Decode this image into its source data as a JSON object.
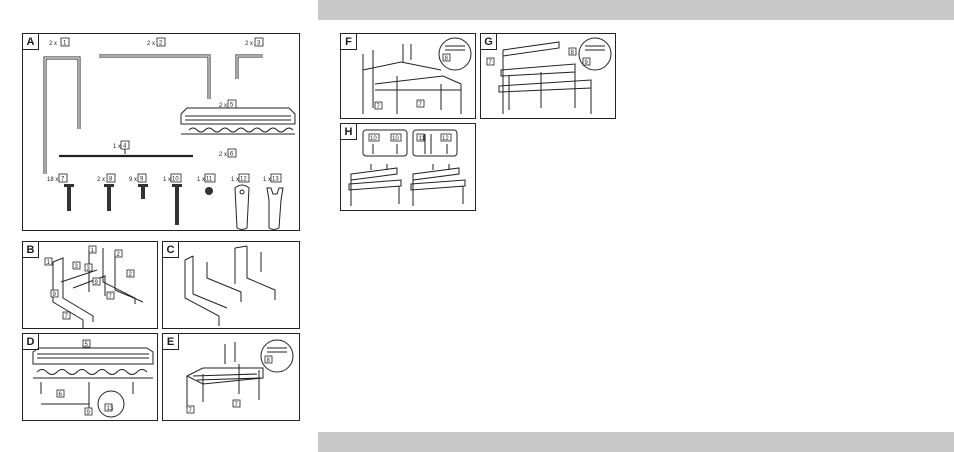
{
  "panels": {
    "A": {
      "label": "A"
    },
    "B": {
      "label": "B"
    },
    "C": {
      "label": "C"
    },
    "D": {
      "label": "D"
    },
    "E": {
      "label": "E"
    },
    "F": {
      "label": "F"
    },
    "G": {
      "label": "G"
    },
    "H": {
      "label": "H"
    }
  },
  "parts": [
    {
      "qty": "2 x",
      "num": "1"
    },
    {
      "qty": "2 x",
      "num": "2"
    },
    {
      "qty": "2 x",
      "num": "3"
    },
    {
      "qty": "1 x",
      "num": "4"
    },
    {
      "qty": "2 x",
      "num": "5"
    },
    {
      "qty": "2 x",
      "num": "6"
    },
    {
      "qty": "18 x",
      "num": "7"
    },
    {
      "qty": "2 x",
      "num": "8"
    },
    {
      "qty": "9 x",
      "num": "9"
    },
    {
      "qty": "1 x",
      "num": "10"
    },
    {
      "qty": "1 x",
      "num": "11"
    },
    {
      "qty": "1 x",
      "num": "12"
    },
    {
      "qty": "1 x",
      "num": "13"
    }
  ],
  "callouts": {
    "n1": "1",
    "n2": "2",
    "n3": "3",
    "n4": "4",
    "n5": "5",
    "n6": "6",
    "n7": "7",
    "n8": "8",
    "n9": "9",
    "n10": "10",
    "n11": "11",
    "n12": "12",
    "n13": "13"
  },
  "colors": {
    "header_bar": "#c8c8c8",
    "line": "#222222",
    "background": "#ffffff"
  }
}
